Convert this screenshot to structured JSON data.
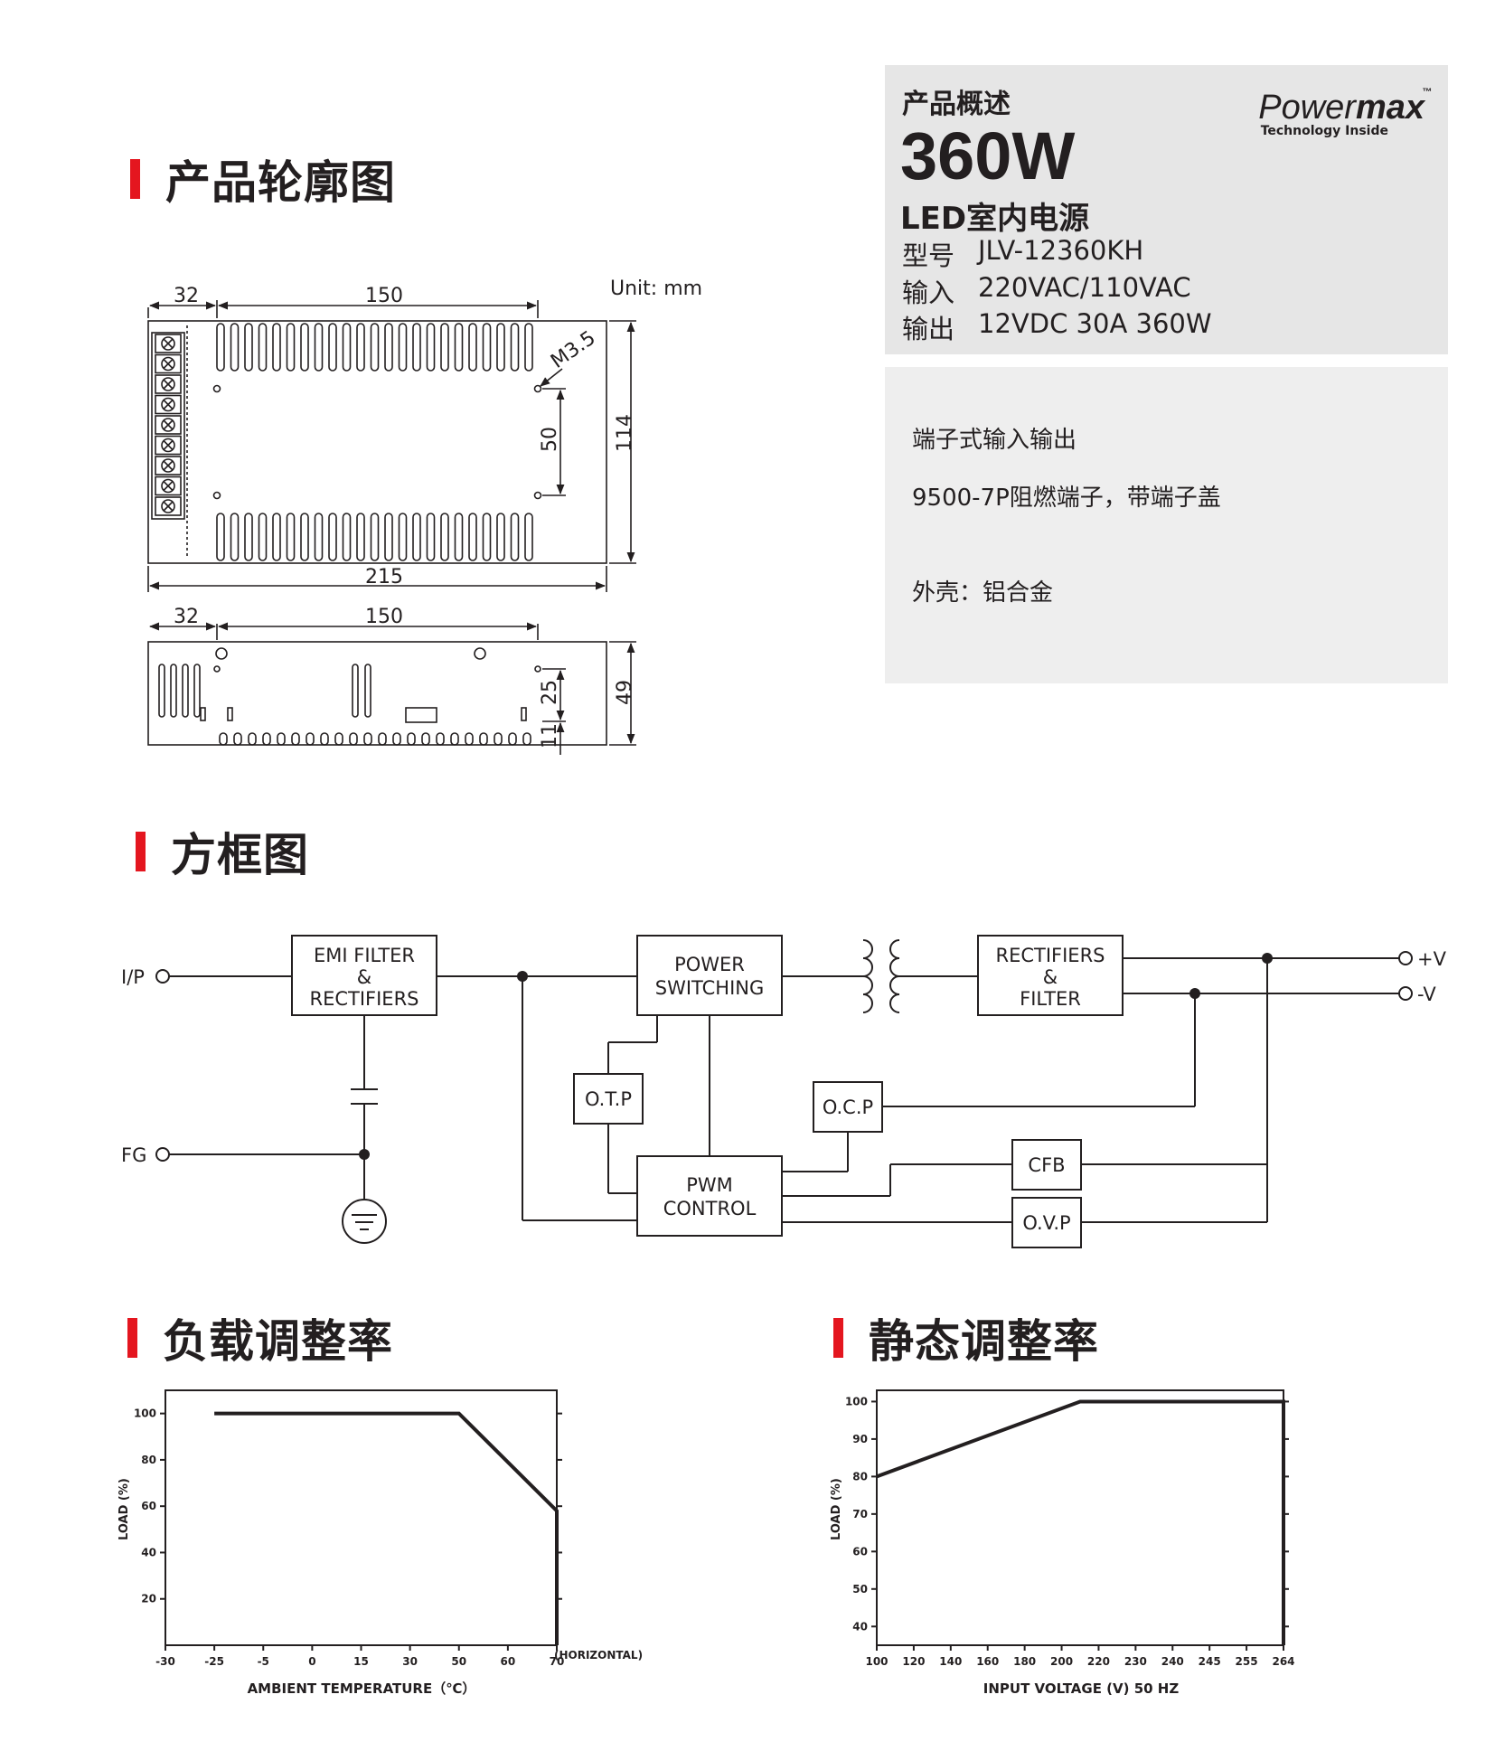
{
  "sections": {
    "outline_title": "产品轮廓图",
    "block_title": "方框图",
    "load_title": "负载调整率",
    "static_title": "静态调整率"
  },
  "overview": {
    "label": "产品概述",
    "wattage": "360W",
    "product_type": "LED室内电源",
    "specs": [
      {
        "key": "型号",
        "value": "JLV-12360KH"
      },
      {
        "key": "输入",
        "value": "220VAC/110VAC"
      },
      {
        "key": "输出",
        "value": "12VDC 30A 360W"
      }
    ],
    "logo": {
      "light": "Power",
      "bold": "max",
      "tm": "™",
      "tagline": "Technology Inside"
    }
  },
  "features": [
    "端子式输入输出",
    "9500-7P阻燃端子，带端子盖",
    "外壳：铝合金"
  ],
  "drawing": {
    "unit": "Unit: mm",
    "dims": {
      "d32a": "32",
      "d150a": "150",
      "d215": "215",
      "d114": "114",
      "d50": "50",
      "m35": "M3.5",
      "d32b": "32",
      "d150b": "150",
      "d49": "49",
      "d25": "25",
      "d11": "11"
    }
  },
  "block": {
    "ip": "I/P",
    "fg": "FG",
    "emi": [
      "EMI FILTER",
      "&",
      "RECTIFIERS"
    ],
    "power": [
      "POWER",
      "SWITCHING"
    ],
    "rect": [
      "RECTIFIERS",
      "&",
      "FILTER"
    ],
    "otp": "O.T.P",
    "ocp": "O.C.P",
    "pwm": [
      "PWM",
      "CONTROL"
    ],
    "cfb": "CFB",
    "ovp": "O.V.P",
    "vplus": "+V",
    "vminus": "-V"
  },
  "chart_data": [
    {
      "type": "line",
      "title": "负载调整率",
      "xlabel": "AMBIENT TEMPERATURE（℃）",
      "ylabel": "LOAD (%)",
      "x_note": "(HORIZONTAL)",
      "x_ticks": [
        "-30",
        "-25",
        "-5",
        "0",
        "15",
        "30",
        "50",
        "60",
        "70"
      ],
      "y_ticks": [
        "20",
        "40",
        "60",
        "80",
        "100"
      ],
      "ylim": [
        0,
        110
      ],
      "series": [
        {
          "points": [
            [
              1,
              100
            ],
            [
              6,
              100
            ],
            [
              8,
              58
            ],
            [
              8,
              0
            ]
          ]
        }
      ]
    },
    {
      "type": "line",
      "title": "静态调整率",
      "xlabel": "INPUT VOLTAGE (V) 50 HZ",
      "ylabel": "LOAD (%)",
      "x_ticks": [
        "100",
        "120",
        "140",
        "160",
        "180",
        "200",
        "220",
        "230",
        "240",
        "245",
        "255",
        "264"
      ],
      "y_ticks": [
        "40",
        "50",
        "60",
        "70",
        "80",
        "90",
        "100"
      ],
      "ylim": [
        35,
        103
      ],
      "series": [
        {
          "points": [
            [
              0,
              80
            ],
            [
              5.5,
              100
            ],
            [
              11,
              100
            ],
            [
              11,
              35
            ]
          ]
        }
      ]
    }
  ]
}
